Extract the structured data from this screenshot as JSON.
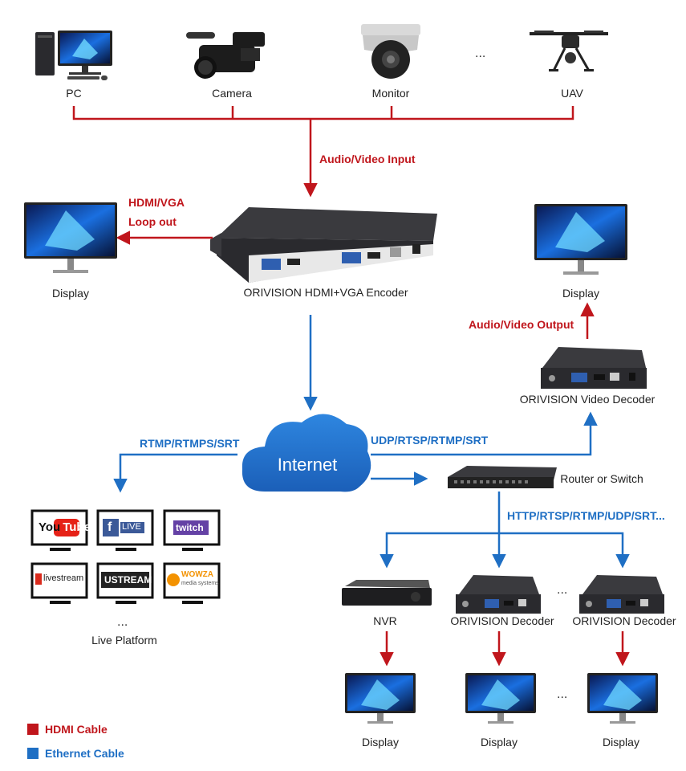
{
  "sources": {
    "pc": "PC",
    "camera": "Camera",
    "monitor": "Monitor",
    "uav": "UAV",
    "more": "..."
  },
  "labels": {
    "av_input": "Audio/Video Input",
    "hdmi_vga": "HDMI/VGA",
    "loop_out": "Loop out",
    "display": "Display",
    "encoder": "ORIVISION HDMI+VGA Encoder",
    "av_output": "Audio/Video Output",
    "video_decoder": "ORIVISION Video Decoder",
    "rtmp": "RTMP/RTMPS/SRT",
    "udp": "UDP/RTSP/RTMP/SRT",
    "internet": "Internet",
    "router": "Router or Switch",
    "http": "HTTP/RTSP/RTMP/UDP/SRT...",
    "nvr": "NVR",
    "decoder": "ORIVISION Decoder",
    "live_platform": "Live Platform",
    "more": "..."
  },
  "platforms": {
    "youtube_a": "You",
    "youtube_b": "Tube",
    "facebook": "f",
    "facebook_live": "LIVE",
    "twitch": "twitch",
    "livestream": "livestream",
    "ustream": "USTREAM",
    "wowza": "WOWZA",
    "wowza_sub": "media systems"
  },
  "legend": {
    "hdmi": "HDMI Cable",
    "ethernet": "Ethernet Cable"
  },
  "colors": {
    "hdmi": "#c0161c",
    "ethernet": "#1f6fc4"
  }
}
